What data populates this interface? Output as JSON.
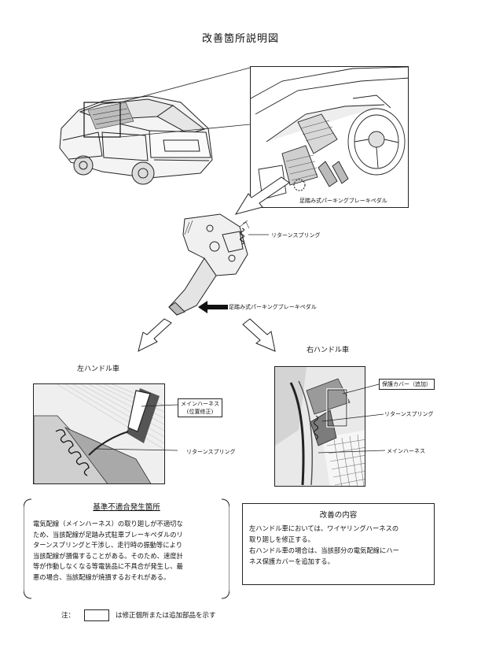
{
  "title": "改善箇所説明図",
  "labels": {
    "foot_brake_pedal_top": "足踏み式パーキングブレーキペダル",
    "return_spring_center": "リターンスプリング",
    "foot_brake_pedal_mid": "足踏み式パーキングブレーキペダル",
    "lhd_heading": "左ハンドル車",
    "rhd_heading": "右ハンドル車",
    "main_harness_lhd_line1": "メインハーネス",
    "main_harness_lhd_line2": "(位置修正)",
    "return_spring_lhd": "リターンスプリング",
    "protective_cover_rhd": "保護カバー（追加）",
    "return_spring_rhd": "リターンスプリング",
    "main_harness_rhd": "メインハーネス"
  },
  "defect": {
    "title": "基準不適合発生箇所",
    "lines": [
      "電気配線（メインハーネス）の取り廻しが不適切な",
      "ため、当該配線が足踏み式駐車ブレーキペダルのリ",
      "ターンスプリングと干渉し、走行時の振動等により",
      "当該配線が損傷することがある。そのため、速度計",
      "等が作動しなくなる等電装品に不具合が発生し、最",
      "悪の場合、当該配線が焼損するおそれがある。"
    ]
  },
  "improvement": {
    "title": "改善の内容",
    "lines": [
      "左ハンドル車においては、ワイヤリングハーネスの",
      "取り廻しを修正する。",
      "右ハンドル車の場合は、当該部分の電気配線にハー",
      "ネス保護カバーを追加する。"
    ]
  },
  "note": {
    "prefix": "注：",
    "suffix": "は修正個所または追加部品を示す"
  }
}
